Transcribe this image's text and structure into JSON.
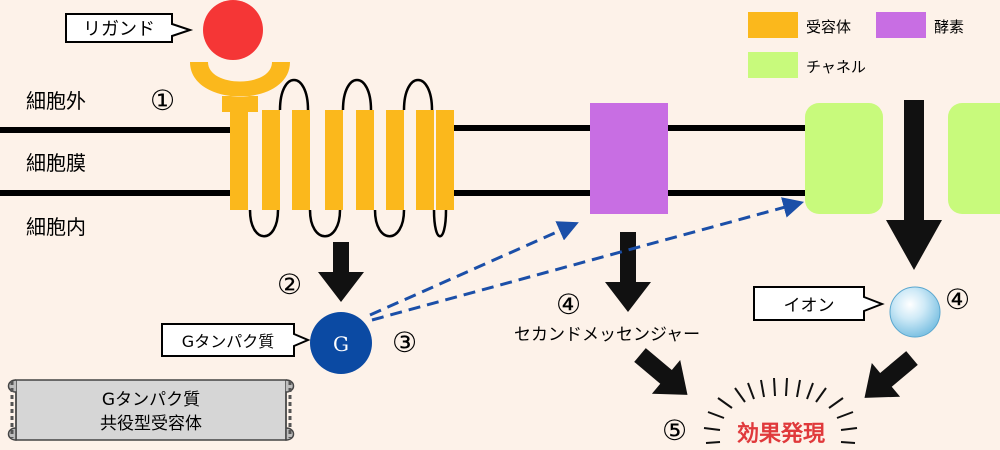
{
  "legend": {
    "receptor": {
      "label": "受容体",
      "color": "#fbb81c"
    },
    "enzyme": {
      "label": "酵素",
      "color": "#c86ee3"
    },
    "channel": {
      "label": "チャネル",
      "color": "#c8fa7c"
    }
  },
  "regions": {
    "outside": "細胞外",
    "membrane": "細胞膜",
    "inside": "細胞内"
  },
  "ligand": {
    "callout": "リガンド",
    "color": "#f53636"
  },
  "g_protein": {
    "callout": "Gタンパク質",
    "symbol": "G",
    "color": "#0b4aa3"
  },
  "ion": {
    "callout": "イオン"
  },
  "steps": {
    "s1": "①",
    "s2": "②",
    "s3": "③",
    "s4a": "④",
    "s4b": "④",
    "s5": "⑤"
  },
  "second_messenger": "セカンドメッセンジャー",
  "effect": {
    "label": "効果発現",
    "color": "#e0393b"
  },
  "scroll": {
    "line1": "Gタンパク質",
    "line2": "共役型受容体"
  },
  "colors": {
    "arrow_dashed": "#1b4fa8",
    "arrow_solid": "#111111"
  }
}
